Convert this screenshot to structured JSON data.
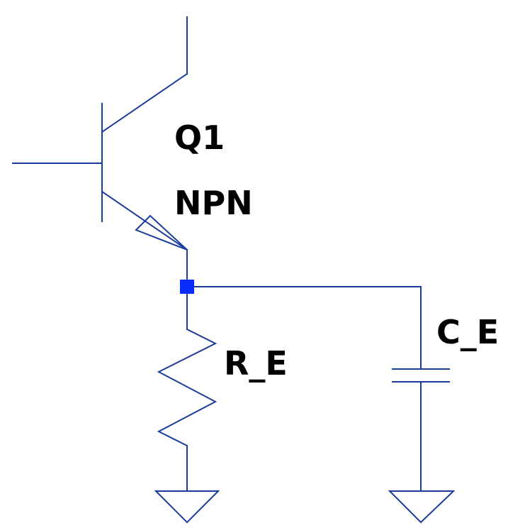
{
  "schematic": {
    "transistor": {
      "ref": "Q1",
      "type": "NPN"
    },
    "resistor": {
      "ref": "R_E"
    },
    "capacitor": {
      "ref": "C_E"
    }
  },
  "colors": {
    "wire": "#1a3c9c",
    "junction": "#0a2cff",
    "text": "#000000",
    "background": "#ffffff"
  }
}
